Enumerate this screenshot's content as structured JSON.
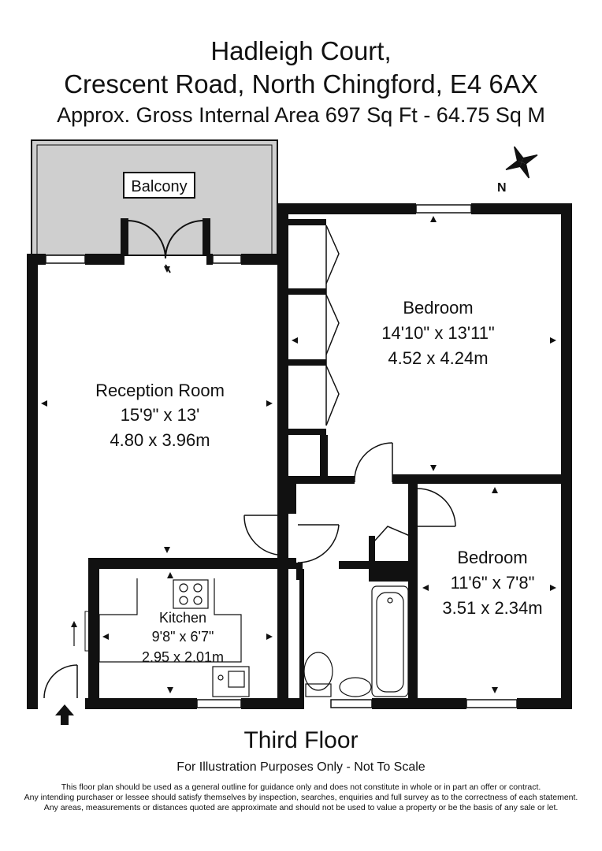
{
  "header": {
    "line1": "Hadleigh Court,",
    "line2": "Crescent Road, North Chingford, E4 6AX",
    "line3": "Approx. Gross Internal Area   697 Sq Ft  -  64.75 Sq M"
  },
  "compass": {
    "label": "N",
    "icon": "compass-rose-icon"
  },
  "rooms": {
    "balcony": {
      "name": "Balcony"
    },
    "reception": {
      "name": "Reception Room",
      "imperial": "15'9\" x 13'",
      "metric": "4.80 x 3.96m"
    },
    "bedroom1": {
      "name": "Bedroom",
      "imperial": "14'10\" x 13'11\"",
      "metric": "4.52 x 4.24m"
    },
    "bedroom2": {
      "name": "Bedroom",
      "imperial": "11'6\" x 7'8\"",
      "metric": "3.51 x 2.34m"
    },
    "kitchen": {
      "name": "Kitchen",
      "imperial": "9'8\" x 6'7\"",
      "metric": "2.95 x 2.01m"
    }
  },
  "entrance": {
    "icon": "entrance-arrow-icon"
  },
  "footer": {
    "floor": "Third Floor",
    "note": "For Illustration Purposes Only - Not To Scale",
    "disclaimer1": "This floor plan should be used as a general outline for guidance only and does not constitute in whole or in part an offer or contract.",
    "disclaimer2": "Any intending purchaser or lessee should satisfy themselves by inspection, searches, enquiries and full survey as to the correctness of each statement.",
    "disclaimer3": "Any areas, measurements or distances quoted are approximate and should not be used to value a property or be the basis of any sale or let."
  },
  "colors": {
    "wall": "#111111",
    "balcony_fill": "#cfcfcf",
    "background": "#ffffff"
  }
}
